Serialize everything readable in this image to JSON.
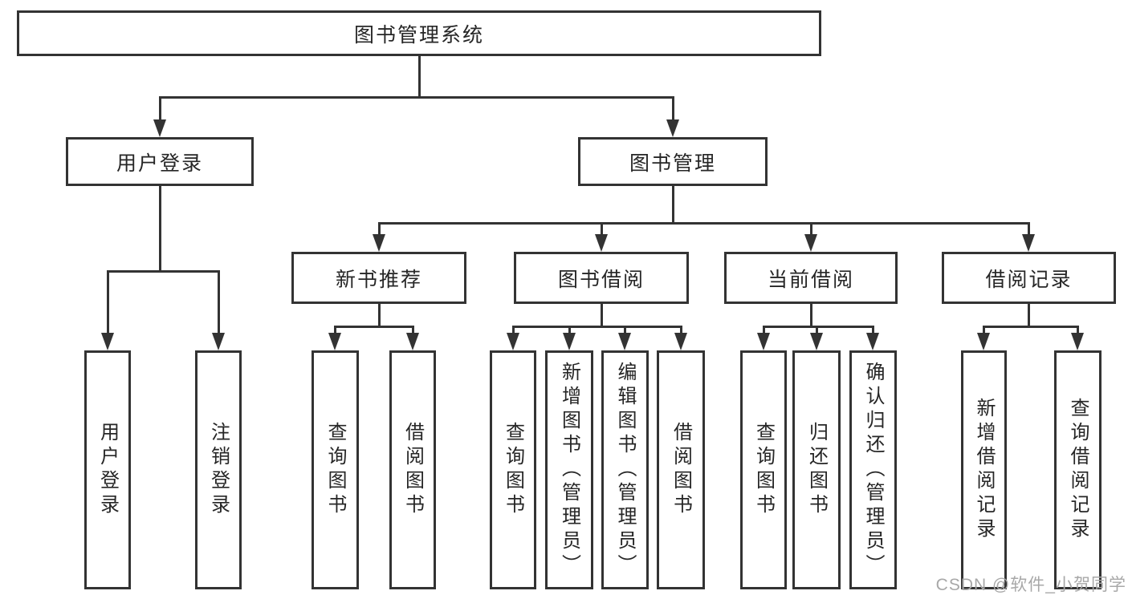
{
  "tree": {
    "label": "图书管理系统",
    "children": [
      {
        "label": "用户登录",
        "children": [
          {
            "label": "用户登录"
          },
          {
            "label": "注销登录"
          }
        ]
      },
      {
        "label": "图书管理",
        "children": [
          {
            "label": "新书推荐",
            "children": [
              {
                "label": "查询图书"
              },
              {
                "label": "借阅图书"
              }
            ]
          },
          {
            "label": "图书借阅",
            "children": [
              {
                "label": "查询图书"
              },
              {
                "label": "新增图书（管理员）"
              },
              {
                "label": "编辑图书（管理员）"
              },
              {
                "label": "借阅图书"
              }
            ]
          },
          {
            "label": "当前借阅",
            "children": [
              {
                "label": "查询图书"
              },
              {
                "label": "归还图书"
              },
              {
                "label": "确认归还（管理员）"
              }
            ]
          },
          {
            "label": "借阅记录",
            "children": [
              {
                "label": "新增借阅记录"
              },
              {
                "label": "查询借阅记录"
              }
            ]
          }
        ]
      }
    ]
  },
  "watermark": {
    "text": "CSDN @软件_小贺同学"
  },
  "colors": {
    "line": "#333333",
    "box_border": "#333333",
    "text": "#262626",
    "watermark": "#a8a8a8",
    "background": "#ffffff"
  }
}
